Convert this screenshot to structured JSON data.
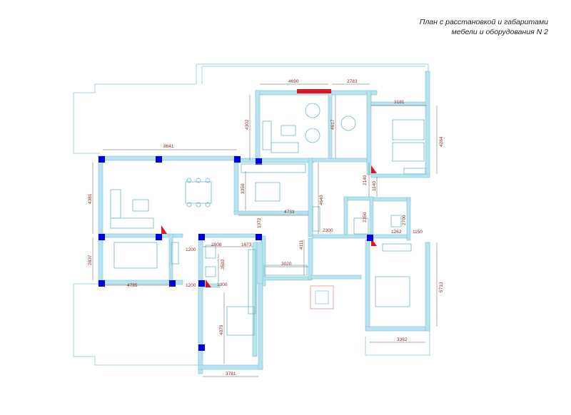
{
  "title": {
    "line1": "План с расстановкой и габаритами",
    "line2": "мебели и оборудования  N 2"
  },
  "dimensions": {
    "d4690": "4690",
    "d2783": "2783",
    "d3181": "3181",
    "d4302": "4302",
    "d4617": "4617",
    "d4284": "4284",
    "d8641": "8641",
    "d4381": "4381",
    "d3350": "3350",
    "d4733": "4733",
    "d2140": "2140",
    "d1140": "1140",
    "d4640": "4640",
    "d2350": "2350",
    "d2700": "2700",
    "d2300": "2300",
    "d1262": "1262",
    "d1150": "1150",
    "d1372": "1372",
    "d2837": "2837",
    "d1200a": "1200",
    "d2008": "2008",
    "d1673": "1673",
    "d3592": "3592",
    "d4111": "4111",
    "d3020": "3020",
    "d4785": "4785",
    "d1200b": "1200",
    "d1300": "1300",
    "d5713": "5713",
    "d4079": "4079",
    "d3362": "3362",
    "d3781": "3781"
  },
  "colors": {
    "wall": "#b7e3ee",
    "column": "#0000e0",
    "accent": "#e0141e",
    "dimension_text": "#8a2a1a"
  }
}
